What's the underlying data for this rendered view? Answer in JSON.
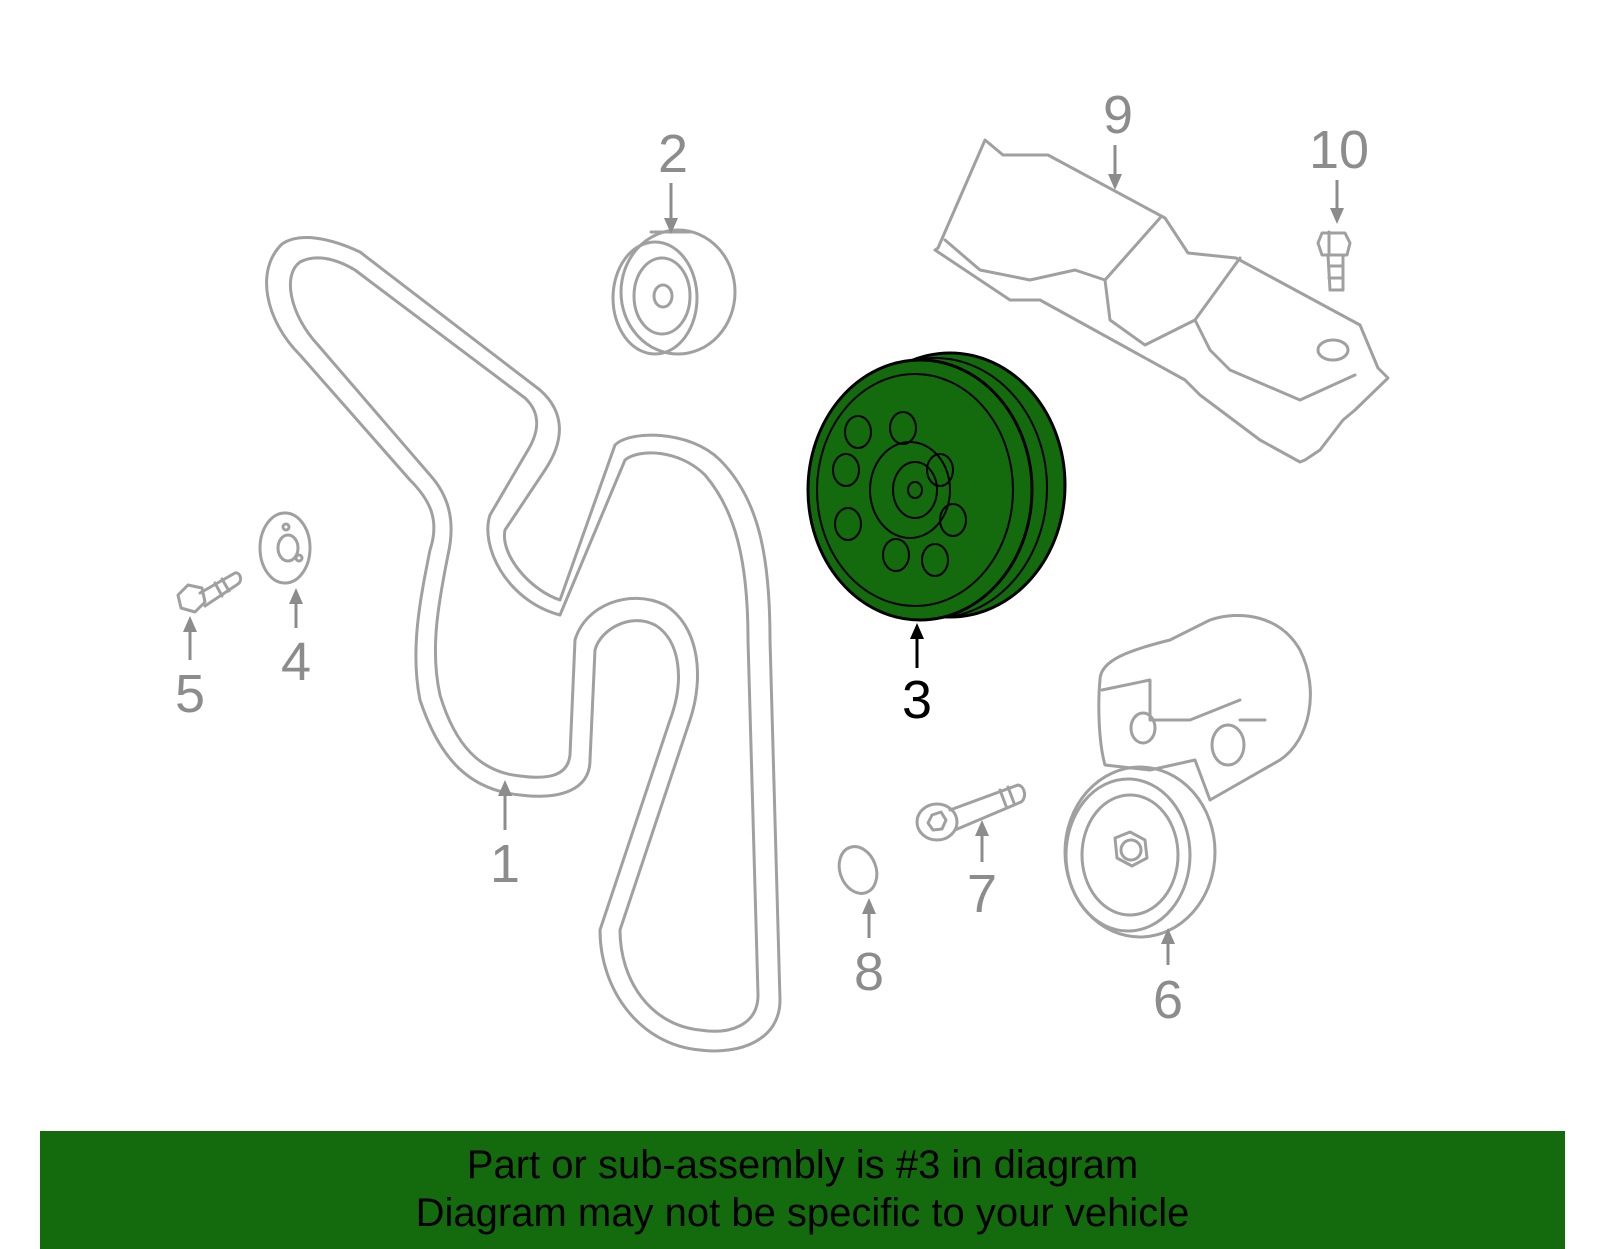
{
  "callouts": [
    {
      "number": "1",
      "part": "belt"
    },
    {
      "number": "2",
      "part": "idler-pulley"
    },
    {
      "number": "3",
      "part": "pulley",
      "selected": true
    },
    {
      "number": "4",
      "part": "washer-plate"
    },
    {
      "number": "5",
      "part": "bolt"
    },
    {
      "number": "6",
      "part": "tensioner"
    },
    {
      "number": "7",
      "part": "bolt"
    },
    {
      "number": "8",
      "part": "o-ring"
    },
    {
      "number": "9",
      "part": "cover-bracket"
    },
    {
      "number": "10",
      "part": "bolt"
    }
  ],
  "highlight_color": "#136b0e",
  "banner": {
    "line1": "Part or sub-assembly is #3 in diagram",
    "line2": "Diagram may not be specific to your vehicle"
  }
}
